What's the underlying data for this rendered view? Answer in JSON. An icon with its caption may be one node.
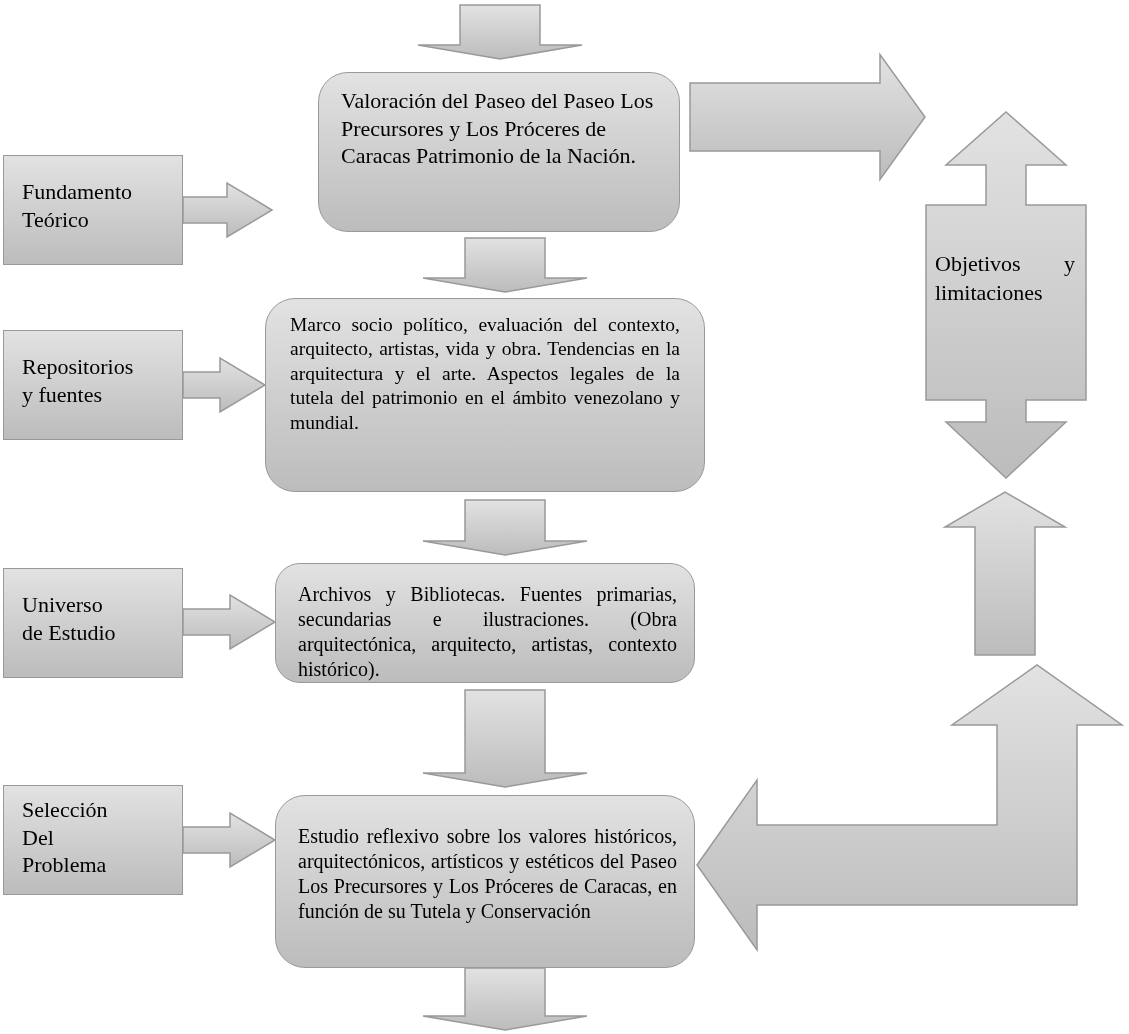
{
  "diagram": {
    "nodes": [
      {
        "text": [
          "Valoración del Paseo del Paseo Los Precursores y Los Próceres de Caracas Patrimonio de la Nación."
        ]
      },
      {
        "text": [
          "Fundamento Teórico"
        ]
      },
      {
        "text": [
          "Marco socio político, evaluación del  contexto, arquitecto, artistas,  vida y obra. Tendencias en la arquitectura y el arte. Aspectos legales de la tutela del patrimonio en el ámbito venezolano y mundial."
        ]
      },
      {
        "text": [
          "Repositorios y fuentes"
        ]
      },
      {
        "text": [
          "Archivos y Bibliotecas. Fuentes primarias, secundarias e ilustraciones. (Obra arquitectónica, arquitecto, artistas, contexto histórico)."
        ]
      },
      {
        "text": [
          "Universo de Estudio"
        ]
      },
      {
        "text": [
          "Estudio reflexivo sobre los valores históricos, arquitectónicos, artísticos y estéticos del Paseo Los Precursores y Los Próceres de Caracas, en función de su Tutela y Conservación"
        ]
      },
      {
        "text": [
          "Selección Del Problema"
        ]
      },
      {
        "text": [
          "Objetivos y limitaciones"
        ]
      }
    ],
    "edges": [
      {
        "from": null,
        "to": 0,
        "arrow": "to"
      },
      {
        "from": 1,
        "to": 0,
        "arrow": "to"
      },
      {
        "from": 0,
        "to": null,
        "arrow": "to"
      },
      {
        "from": 0,
        "to": 2,
        "arrow": "to"
      },
      {
        "from": 3,
        "to": 2,
        "arrow": "to"
      },
      {
        "from": 2,
        "to": 4,
        "arrow": "to"
      },
      {
        "from": 5,
        "to": 4,
        "arrow": "to"
      },
      {
        "from": null,
        "to": 8,
        "arrow": "to"
      },
      {
        "from": 4,
        "to": 6,
        "arrow": "to"
      },
      {
        "from": 7,
        "to": 6,
        "arrow": "to"
      },
      {
        "from": 6,
        "to": null,
        "arrow": "both"
      },
      {
        "from": 6,
        "to": null,
        "arrow": "to"
      }
    ]
  }
}
